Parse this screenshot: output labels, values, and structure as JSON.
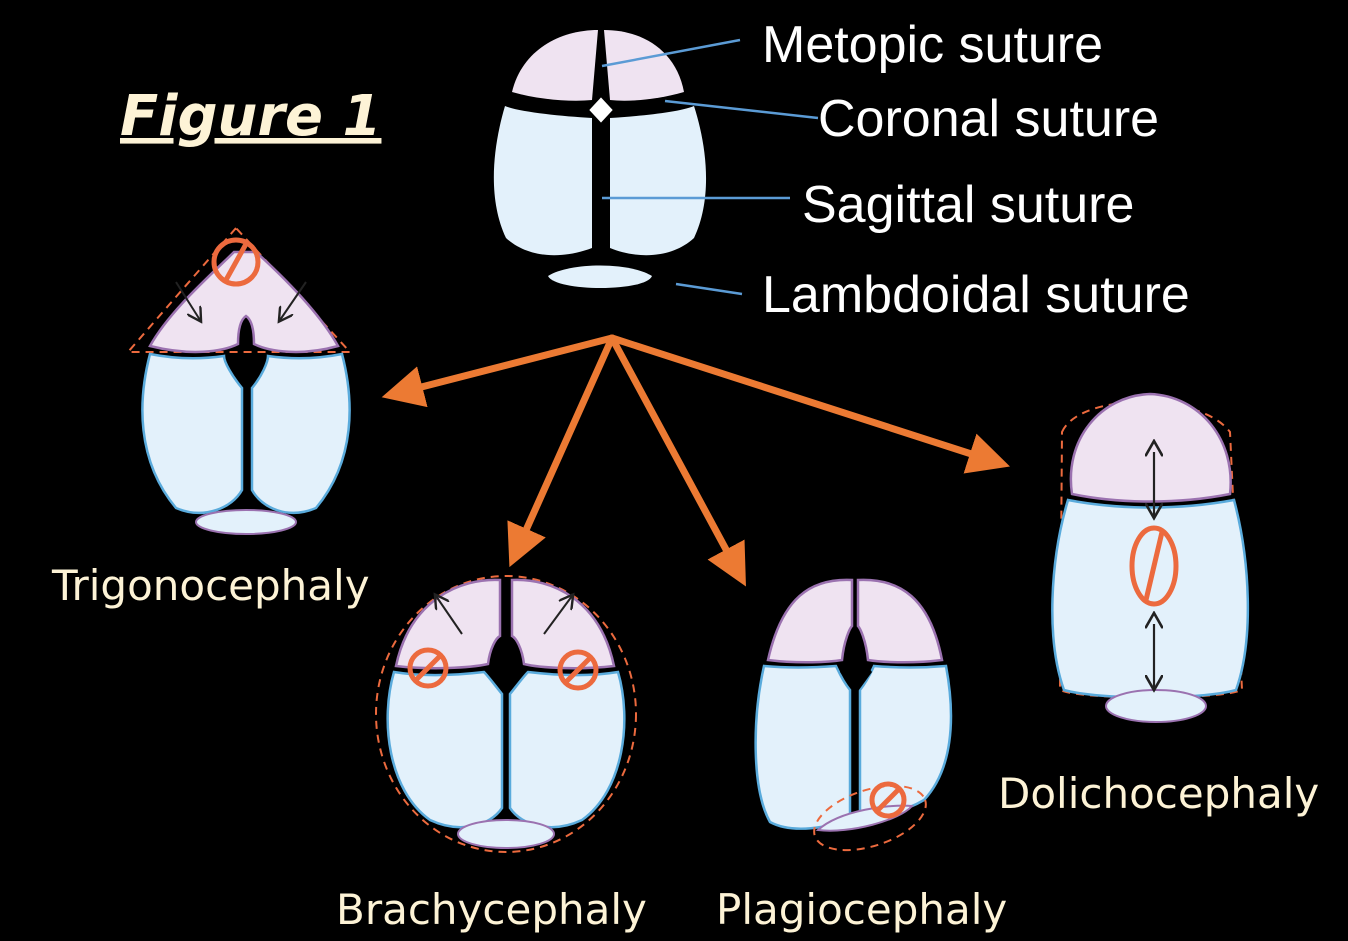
{
  "figure": {
    "title": "Figure 1"
  },
  "suture_labels": {
    "metopic": "Metopic suture",
    "coronal": "Coronal suture",
    "sagittal": "Sagittal suture",
    "lambdoidal": "Lambdoidal suture"
  },
  "conditions": {
    "trigonocephaly": "Trigonocephaly",
    "brachycephaly": "Brachycephaly",
    "plagiocephaly": "Plagiocephaly",
    "dolichocephaly": "Dolichocephaly"
  },
  "colors": {
    "background": "#000000",
    "label_text": "#fdf3d6",
    "suture_label_text": "#ffffff",
    "arrow": "#ec7a33",
    "leader_line": "#5b9bd5",
    "frontal_bone": "#efe3f1",
    "parietal_bone": "#e3f1fb",
    "bone_outline": "#5aabdc",
    "frontal_outline": "#9b72b0",
    "fused_marker": "#ec6a3e"
  }
}
